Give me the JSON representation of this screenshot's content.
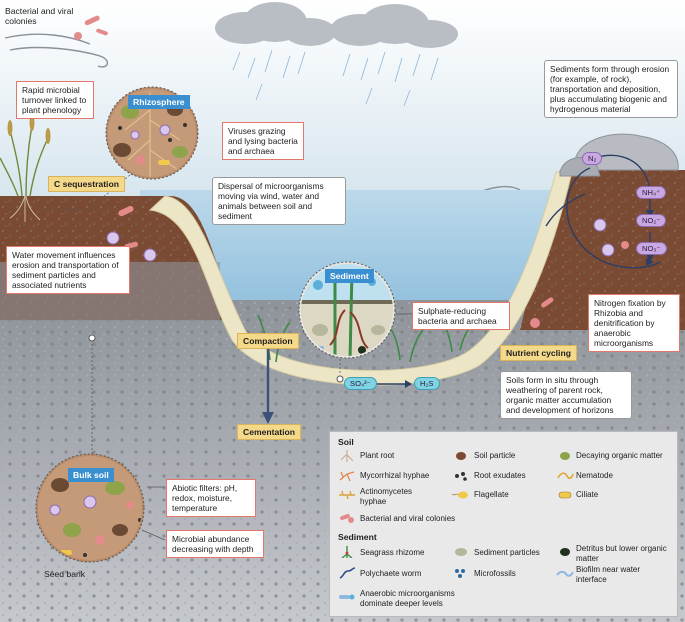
{
  "labels": {
    "bacterial_viral_colonies": "Bacterial and viral colonies",
    "rapid_turnover": "Rapid microbial turnover linked to plant phenology",
    "rhizosphere": "Rhizosphere",
    "viruses": "Viruses grazing and lysing bacteria and archaea",
    "c_sequestration": "C sequestration",
    "dispersal": "Dispersal of microorganisms moving via wind, water and animals between soil and sediment",
    "water_movement": "Water movement influences erosion and transportation of sediment particles and associated nutrients",
    "sediments_form": "Sediments form through erosion (for example, of rock), transportation and deposition, plus accumulating biogenic and hydrogenous material",
    "sediment": "Sediment",
    "sulphate_reducing": "Sulphate-reducing bacteria and archaea",
    "nitrogen_fixation": "Nitrogen fixation by Rhizobia and denitrification by anaerobic microorganisms",
    "compaction": "Compaction",
    "nutrient_cycling": "Nutrient cycling",
    "soils_form": "Soils form in situ through weathering of parent rock, organic matter accumulation and development of horizons",
    "cementation": "Cementation",
    "bulk_soil": "Bulk soil",
    "abiotic_filters": "Abiotic filters: pH, redox, moisture, temperature",
    "microbial_abundance": "Microbial abundance decreasing with depth",
    "seed_bank": "Seed bank"
  },
  "chemistry": {
    "n2": "N₂",
    "nh4": "NH₄⁺",
    "no2": "NO₂⁻",
    "no3": "NO₃⁻",
    "so4": "SO₄²⁻",
    "h2s": "H₂S"
  },
  "legend": {
    "soil_title": "Soil",
    "soil_items": [
      {
        "icon": "plant-root-icon",
        "label": "Plant root"
      },
      {
        "icon": "soil-particle-icon",
        "label": "Soil particle"
      },
      {
        "icon": "decaying-organic-matter-icon",
        "label": "Decaying organic matter"
      },
      {
        "icon": "mycorrhizal-hyphae-icon",
        "label": "Mycorrhizal hyphae"
      },
      {
        "icon": "root-exudates-icon",
        "label": "Root exudates"
      },
      {
        "icon": "nematode-icon",
        "label": "Nematode"
      },
      {
        "icon": "actinomycetes-hyphae-icon",
        "label": "Actinomycetes hyphae"
      },
      {
        "icon": "flagellate-icon",
        "label": "Flagellate"
      },
      {
        "icon": "ciliate-icon",
        "label": "Ciliate"
      },
      {
        "icon": "bacterial-viral-colonies-icon",
        "label": "Bacterial and viral colonies"
      }
    ],
    "sediment_title": "Sediment",
    "sediment_items": [
      {
        "icon": "seagrass-rhizome-icon",
        "label": "Seagrass rhizome"
      },
      {
        "icon": "sediment-particles-icon",
        "label": "Sediment particles"
      },
      {
        "icon": "detritus-icon",
        "label": "Detritus but lower organic matter"
      },
      {
        "icon": "polychaete-worm-icon",
        "label": "Polychaete worm"
      },
      {
        "icon": "microfossils-icon",
        "label": "Microfossils"
      },
      {
        "icon": "biofilm-icon",
        "label": "Biofilm near water interface"
      },
      {
        "icon": "anaerobic-microorganisms-icon",
        "label": "Anaerobic microorganisms dominate deeper levels"
      }
    ]
  },
  "colors": {
    "sky": "#dde8ee",
    "water": "#a9cde4",
    "topsoil": "#7a4a32",
    "subsoil": "#8a8e93",
    "sediment_band": "#ece5c6",
    "legend_bg": "#e9e9ea",
    "callout_border": "#e2776a",
    "tag_fill": "#f5d98a"
  }
}
